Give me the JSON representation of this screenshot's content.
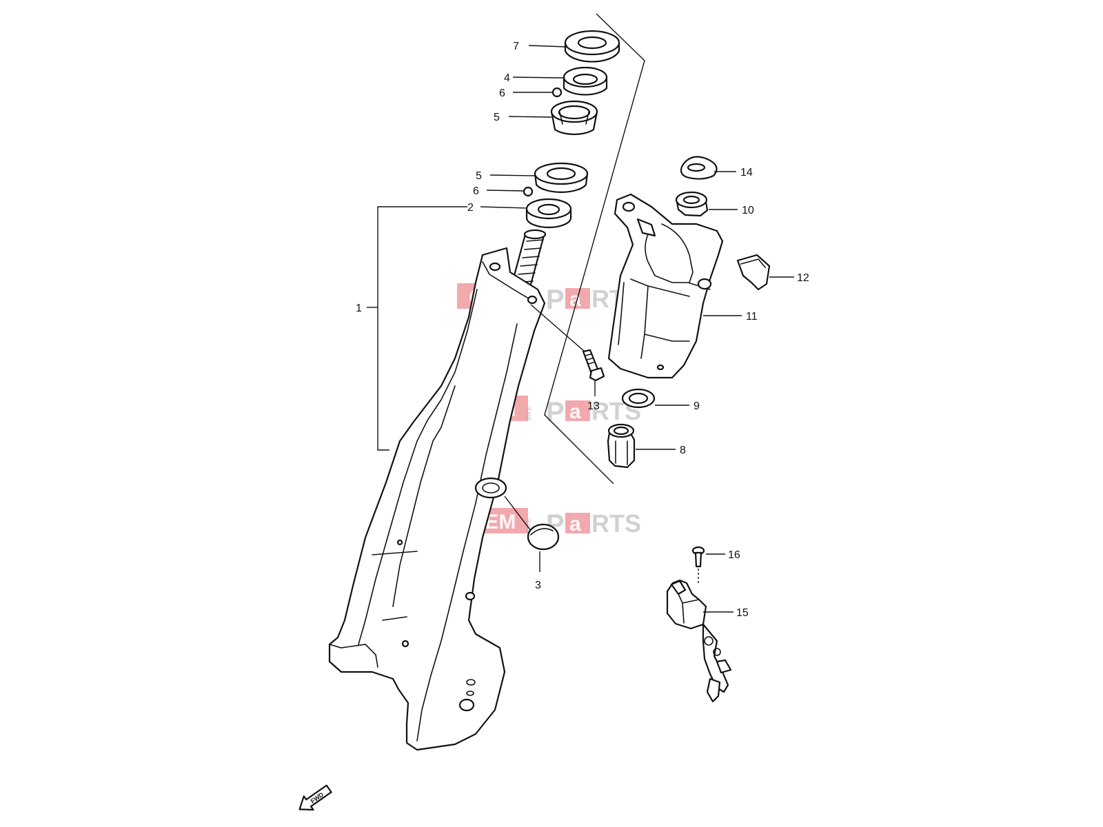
{
  "callouts": {
    "c1": "1",
    "c2": "2",
    "c3": "3",
    "c4": "4",
    "c5a": "5",
    "c5b": "5",
    "c6a": "6",
    "c6b": "6",
    "c7": "7",
    "c8": "8",
    "c9": "9",
    "c10": "10",
    "c11": "11",
    "c12": "12",
    "c13": "13",
    "c14": "14",
    "c15": "15",
    "c16": "16"
  },
  "fwd_label": "FWD",
  "watermark": {
    "oem": "OEM",
    "bike": "BIKE",
    "p": "P",
    "a": "a",
    "rts": "RTS"
  },
  "colors": {
    "line": "#111111",
    "watermark_red": "#e8636a",
    "watermark_grey": "#9a9a9a"
  }
}
